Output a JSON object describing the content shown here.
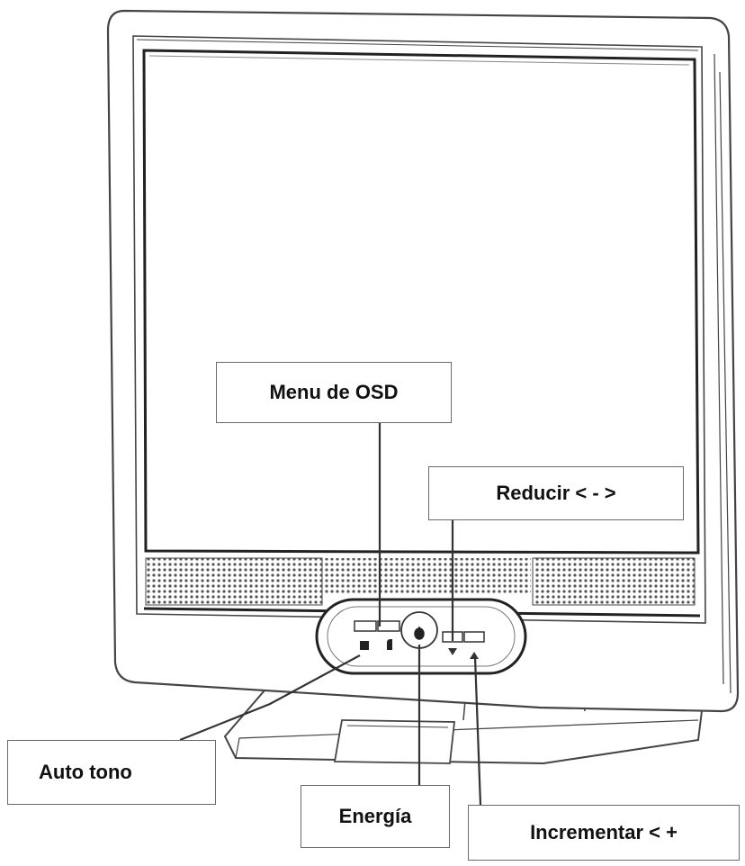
{
  "labels": {
    "menu_osd": "Menu de OSD",
    "reducir": "Reducir < - >",
    "auto_tono": "Auto tono",
    "energia": "Energía",
    "incrementar": "Incrementar  <  +"
  },
  "colors": {
    "line": "#444444",
    "grille": "#555555",
    "box_border": "#6a6a6a",
    "text": "#111111"
  }
}
